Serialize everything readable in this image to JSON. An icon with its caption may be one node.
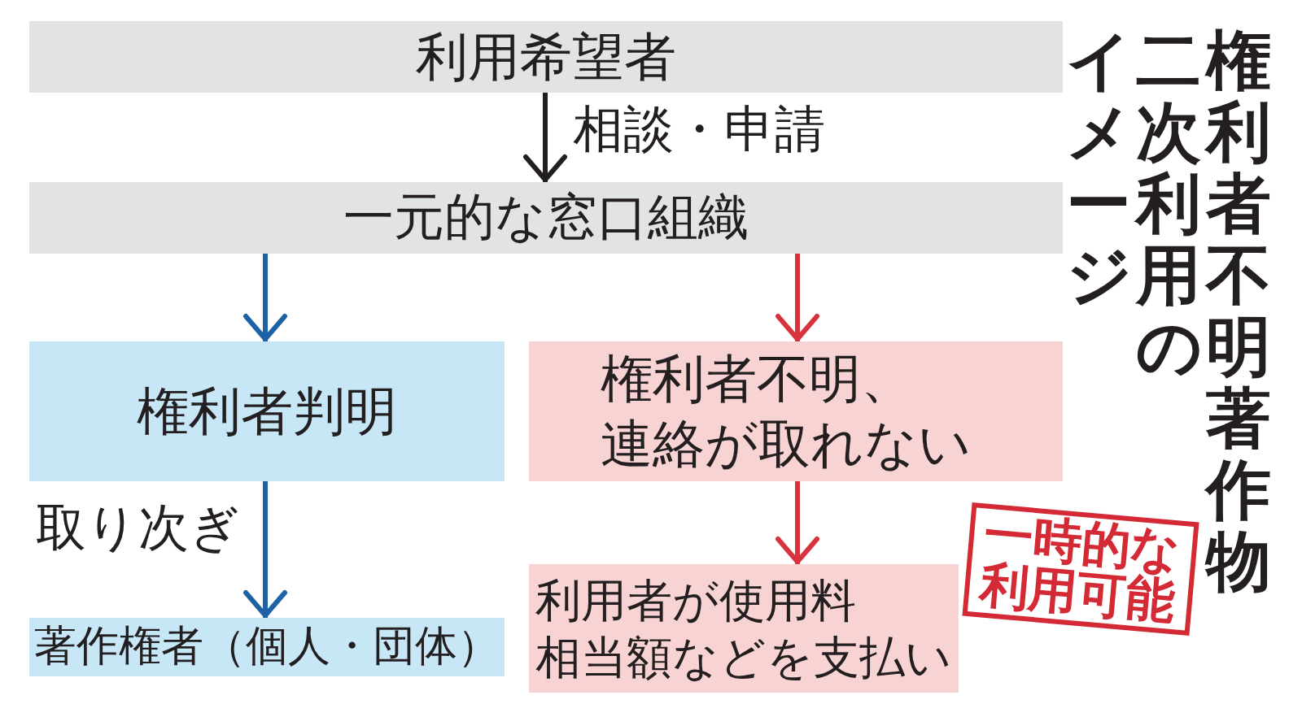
{
  "diagram": {
    "title": "権利者不明著作物二次利用のイメージ",
    "nodes": [
      {
        "text": [
          "利用希望者"
        ]
      },
      {
        "text": [
          "一元的な窓口組織"
        ]
      },
      {
        "text": [
          "権利者判明"
        ]
      },
      {
        "text": [
          "権利者不明、連絡が取れない"
        ]
      },
      {
        "text": [
          "著作権者（個人・団体）"
        ]
      },
      {
        "text": [
          "利用者が使用料相当額などを支払い"
        ]
      },
      {
        "text": [
          "一時的な利用可能"
        ]
      }
    ],
    "edges": [
      {
        "from": 0,
        "to": 1,
        "arrow": "to",
        "label": "相談・申請",
        "color": "#231f20"
      },
      {
        "from": 1,
        "to": 2,
        "arrow": "to",
        "color": "#1d62a5"
      },
      {
        "from": 1,
        "to": 3,
        "arrow": "to",
        "color": "#d7333c"
      },
      {
        "from": 2,
        "to": 4,
        "arrow": "to",
        "label": "取り次ぎ",
        "color": "#1d62a5"
      },
      {
        "from": 3,
        "to": 5,
        "arrow": "to",
        "color": "#d7333c"
      }
    ]
  }
}
